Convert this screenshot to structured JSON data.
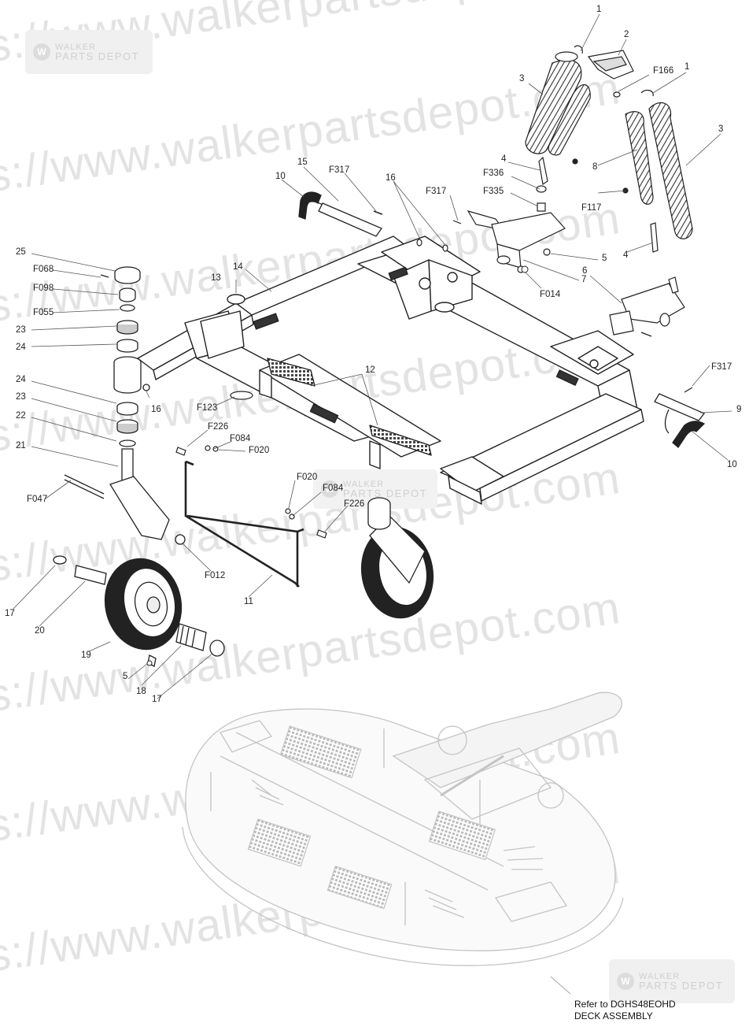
{
  "watermark": {
    "text": "https://www.walkerpartsdepot.com",
    "logo_line1": "WALKER",
    "logo_line2": "PARTS DEPOT"
  },
  "callouts": {
    "c1a": "1",
    "c2": "2",
    "f166": "F166",
    "c1b": "1",
    "c3a": "3",
    "c3b": "3",
    "c4a": "4",
    "f336": "F336",
    "f335": "F335",
    "c8": "8",
    "f117": "F117",
    "c4b": "4",
    "c10a": "10",
    "c15": "15",
    "f317a": "F317",
    "c16a": "16",
    "f317b": "F317",
    "c25": "25",
    "f068": "F068",
    "f098": "F098",
    "f055": "F055",
    "c23a": "23",
    "c24a": "24",
    "c13": "13",
    "c14": "14",
    "c5a": "5",
    "c7": "7",
    "f014": "F014",
    "c6": "6",
    "c24b": "24",
    "c23b": "23",
    "c22": "22",
    "c21": "21",
    "c12": "12",
    "f123": "F123",
    "c16b": "16",
    "f226a": "F226",
    "f084a": "F084",
    "f020a": "F020",
    "f047": "F047",
    "f020b": "F020",
    "f084b": "F084",
    "f226b": "F226",
    "f317c": "F317",
    "c9": "9",
    "c10b": "10",
    "f012": "F012",
    "c11": "11",
    "c17a": "17",
    "c20": "20",
    "c19": "19",
    "c5b": "5",
    "c18": "18",
    "c17b": "17"
  },
  "note": {
    "line1": "Refer to DGHS48EOHD",
    "line2": "DECK ASSEMBLY"
  }
}
